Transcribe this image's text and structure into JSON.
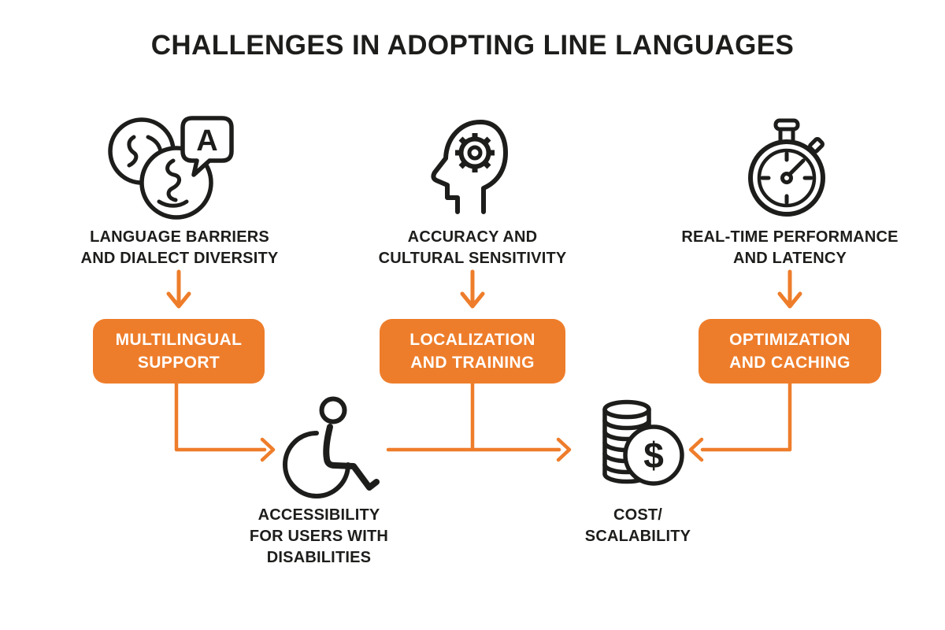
{
  "title": "CHALLENGES IN ADOPTING LINE LANGUAGES",
  "colors": {
    "accent": "#EE7D2B",
    "ink": "#1D1D1B",
    "background": "#FFFFFF",
    "box_text": "#FFFFFF"
  },
  "columns": [
    {
      "icon": "language-circles-icon",
      "challenge_lines": [
        "LANGUAGE BARRIERS",
        "AND DIALECT DIVERSITY"
      ],
      "solution_lines": [
        "MULTILINGUAL",
        "SUPPORT"
      ]
    },
    {
      "icon": "head-gear-icon",
      "challenge_lines": [
        "ACCURACY AND",
        "CULTURAL SENSITIVITY"
      ],
      "solution_lines": [
        "LOCALIZATION",
        "AND TRAINING"
      ]
    },
    {
      "icon": "stopwatch-icon",
      "challenge_lines": [
        "REAL-TIME PERFORMANCE",
        "AND LATENCY"
      ],
      "solution_lines": [
        "OPTIMIZATION",
        "AND CACHING"
      ]
    }
  ],
  "outcomes": [
    {
      "icon": "wheelchair-icon",
      "label_lines": [
        "ACCESSIBILITY",
        "FOR USERS WITH",
        "DISABILITIES"
      ]
    },
    {
      "icon": "coins-dollar-icon",
      "label_lines": [
        "COST/",
        "SCALABILITY"
      ]
    }
  ],
  "icons": {
    "speech_bubble_letter": "A",
    "currency_symbol": "$"
  }
}
